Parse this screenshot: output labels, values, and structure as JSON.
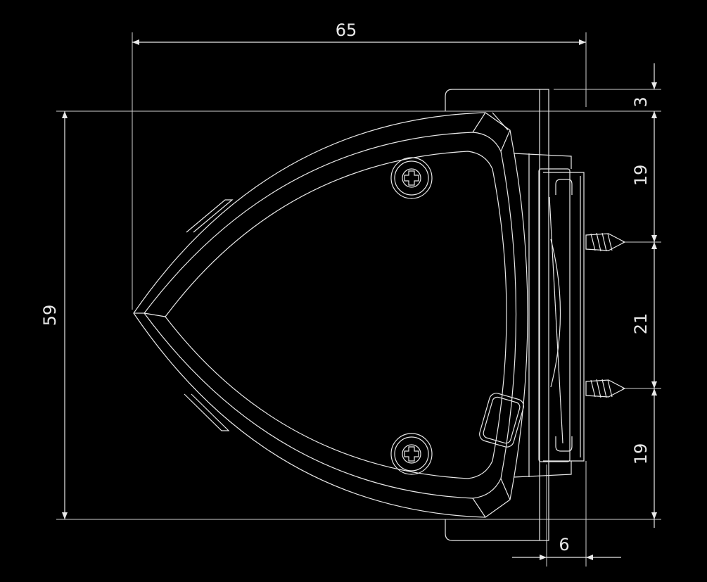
{
  "drawing": {
    "dimensions": {
      "overall_width": "65",
      "overall_height": "59",
      "top_offset": "3",
      "upper_segment": "19",
      "middle_segment": "21",
      "lower_segment": "19",
      "depth": "6"
    },
    "colors": {
      "background": "#000000",
      "lines": "#e8e8e8"
    }
  }
}
